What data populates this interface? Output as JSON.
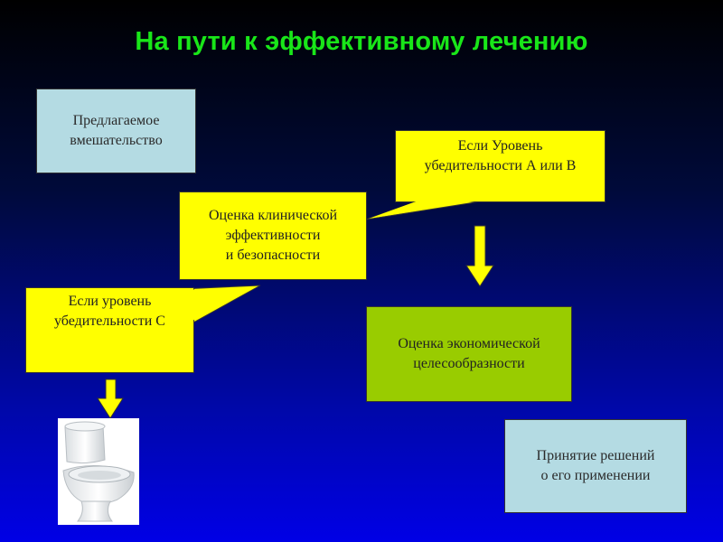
{
  "title": "На пути к эффективному лечению",
  "boxes": {
    "proposed": "Предлагаемое\nвмешательство",
    "clinical": "Оценка клинической\nэффективности\nи безопасности",
    "level_ab": "Если Уровень\nубедительности А или В",
    "level_c": "Если уровень\nубедительности С",
    "economic": "Оценка экономической\nцелесообразности",
    "decision": "Принятие решений\nо его применении"
  },
  "colors": {
    "title": "#19e619",
    "lightblue": "#b4dbe3",
    "yellow": "#ffff00",
    "green": "#99cc00",
    "arrow": "#ffff00"
  },
  "image": {
    "icon": "toilet-icon"
  }
}
